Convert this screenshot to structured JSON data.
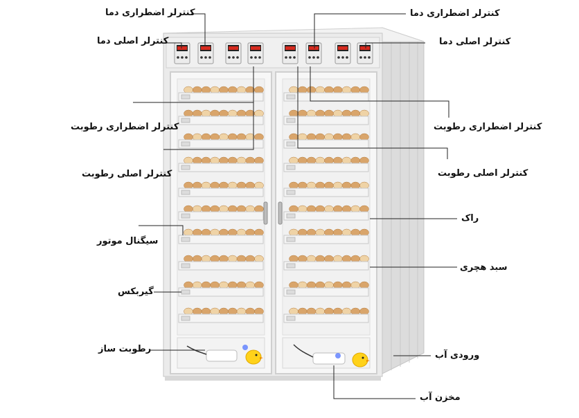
{
  "labels": {
    "emergency_temp_controller": "کنترلر اضطراری دما",
    "main_temp_controller": "کنترلر اصلی دما",
    "emergency_humidity_controller": "کنترلر اضطراری رطوبت",
    "main_humidity_controller": "کنترلر اصلی رطوبت",
    "motor_signal": "سیگنال موتور",
    "gearbox": "گیربکس",
    "humidifier": "رطوبت ساز",
    "rack": "راک",
    "hatching_basket": "سبد هچری",
    "water_inlet": "ورودی آب",
    "water_tank": "مخزن آب"
  },
  "colors": {
    "cabinet": "#e9e9e9",
    "cabinet_shade": "#d2d2d2",
    "tray": "#f4f4f4",
    "egg": "#d9a56b",
    "egg_light": "#efd3a6",
    "controller_face": "#ececec",
    "display_red": "#d62a1e",
    "leader_line": "#222222"
  },
  "icons": [
    "controller-unit-icon",
    "egg-icon",
    "chick-mascot-icon",
    "door-handle-icon"
  ]
}
